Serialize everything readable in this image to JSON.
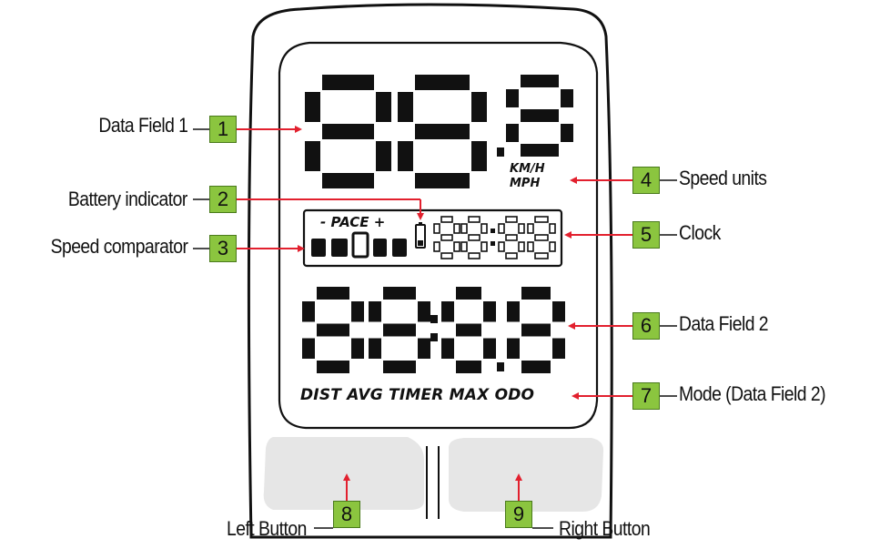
{
  "display": {
    "units_kmh": "KM/H",
    "units_mph": "MPH",
    "pace_label": "- PACE +",
    "modes": "DIST AVG TIMER MAX ODO"
  },
  "callouts": [
    {
      "number": "1",
      "label": "Data Field 1"
    },
    {
      "number": "2",
      "label": "Battery indicator"
    },
    {
      "number": "3",
      "label": "Speed comparator"
    },
    {
      "number": "4",
      "label": "Speed units"
    },
    {
      "number": "5",
      "label": "Clock"
    },
    {
      "number": "6",
      "label": "Data Field 2"
    },
    {
      "number": "7",
      "label": "Mode (Data Field 2)"
    },
    {
      "number": "8",
      "label": "Left Button"
    },
    {
      "number": "9",
      "label": "Right Button"
    }
  ],
  "colors": {
    "callout_arrow": "#e2202e",
    "badge_fill": "#8bc53f",
    "lcd_segment": "#111111",
    "button_fill": "#e6e6e6"
  }
}
